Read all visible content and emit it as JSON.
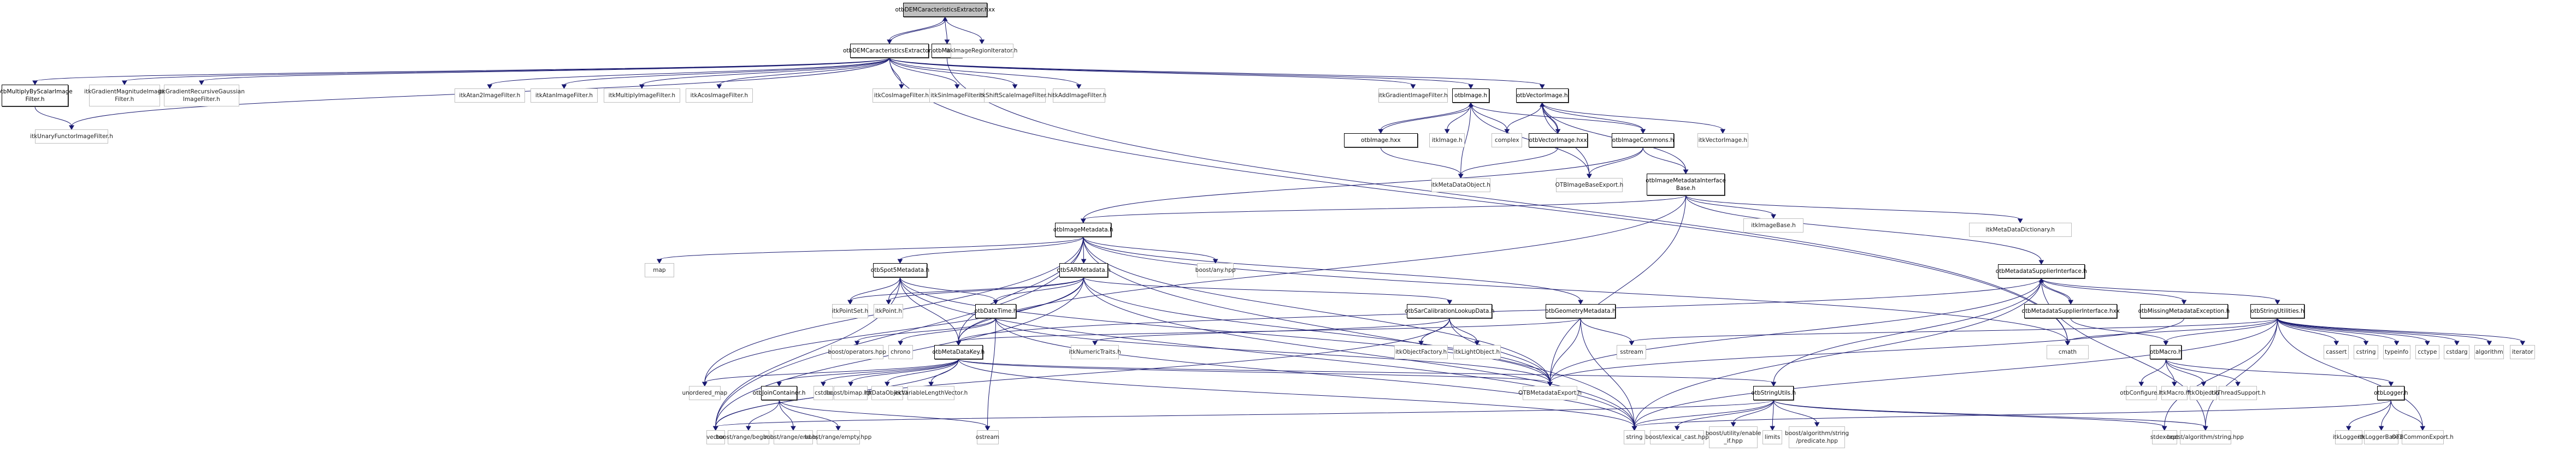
{
  "diagram": {
    "title": "otbDEMCaracteristicsExtractor.hxx include dependency graph",
    "colors": {
      "edge": "#191970",
      "root_fill": "#bfbfbf",
      "internal_border": "#000000",
      "external_border": "#bfbfbf"
    },
    "nodes": [
      {
        "id": "root",
        "label": "otbDEMCaracteristicsExtractor.hxx",
        "kind": "root"
      },
      {
        "id": "dem_h",
        "label": "otbDEMCaracteristicsExtractor.h",
        "kind": "internal"
      },
      {
        "id": "math",
        "label": "otbMath.h",
        "kind": "internal"
      },
      {
        "id": "regioniter",
        "label": "itkImageRegionIterator.h",
        "kind": "external"
      },
      {
        "id": "mulscalar",
        "label": "otbMultiplyByScalarImage\nFilter.h",
        "kind": "internal"
      },
      {
        "id": "gradmag",
        "label": "itkGradientMagnitudeImage\nFilter.h",
        "kind": "external"
      },
      {
        "id": "gradrec",
        "label": "itkGradientRecursiveGaussian\nImageFilter.h",
        "kind": "external"
      },
      {
        "id": "atan2",
        "label": "itkAtan2ImageFilter.h",
        "kind": "external"
      },
      {
        "id": "atan",
        "label": "itkAtanImageFilter.h",
        "kind": "external"
      },
      {
        "id": "multiply",
        "label": "itkMultiplyImageFilter.h",
        "kind": "external"
      },
      {
        "id": "acos",
        "label": "itkAcosImageFilter.h",
        "kind": "external"
      },
      {
        "id": "cos",
        "label": "itkCosImageFilter.h",
        "kind": "external"
      },
      {
        "id": "sin",
        "label": "itkSinImageFilter.h",
        "kind": "external"
      },
      {
        "id": "shiftscale",
        "label": "itkShiftScaleImageFilter.h",
        "kind": "external"
      },
      {
        "id": "add",
        "label": "itkAddImageFilter.h",
        "kind": "external"
      },
      {
        "id": "gradient",
        "label": "itkGradientImageFilter.h",
        "kind": "external"
      },
      {
        "id": "otbimage",
        "label": "otbImage.h",
        "kind": "internal"
      },
      {
        "id": "vecimage",
        "label": "otbVectorImage.h",
        "kind": "internal"
      },
      {
        "id": "unaryfunc",
        "label": "itkUnaryFunctorImageFilter.h",
        "kind": "external"
      },
      {
        "id": "otbimagehxx",
        "label": "otbImage.hxx",
        "kind": "internal"
      },
      {
        "id": "itkimage",
        "label": "itkImage.h",
        "kind": "external"
      },
      {
        "id": "complex",
        "label": "complex",
        "kind": "external"
      },
      {
        "id": "vecimagehxx",
        "label": "otbVectorImage.hxx",
        "kind": "internal"
      },
      {
        "id": "imgcommons",
        "label": "otbImageCommons.h",
        "kind": "internal"
      },
      {
        "id": "itkvecimage",
        "label": "itkVectorImage.h",
        "kind": "external"
      },
      {
        "id": "metadataobj",
        "label": "itkMetaDataObject.h",
        "kind": "external"
      },
      {
        "id": "imgbaseexport",
        "label": "OTBImageBaseExport.h",
        "kind": "external"
      },
      {
        "id": "imdib",
        "label": "otbImageMetadataInterface\nBase.h",
        "kind": "internal"
      },
      {
        "id": "imgmetadata",
        "label": "otbImageMetadata.h",
        "kind": "internal"
      },
      {
        "id": "itkimagebase",
        "label": "itkImageBase.h",
        "kind": "external"
      },
      {
        "id": "mddict",
        "label": "itkMetaDataDictionary.h",
        "kind": "external"
      },
      {
        "id": "map",
        "label": "map",
        "kind": "external"
      },
      {
        "id": "spot5",
        "label": "otbSpot5Metadata.h",
        "kind": "internal"
      },
      {
        "id": "sarmeta",
        "label": "otbSARMetadata.h",
        "kind": "internal"
      },
      {
        "id": "boostany",
        "label": "boost/any.hpp",
        "kind": "external"
      },
      {
        "id": "mdsupplier",
        "label": "otbMetadataSupplierInterface.h",
        "kind": "internal"
      },
      {
        "id": "pointset",
        "label": "itkPointSet.h",
        "kind": "external"
      },
      {
        "id": "point",
        "label": "itkPoint.h",
        "kind": "external"
      },
      {
        "id": "datetime",
        "label": "otbDateTime.h",
        "kind": "internal"
      },
      {
        "id": "sarcal",
        "label": "otbSarCalibrationLookupData.h",
        "kind": "internal"
      },
      {
        "id": "geommeta",
        "label": "otbGeometryMetadata.h",
        "kind": "internal"
      },
      {
        "id": "mdsupplierhxx",
        "label": "otbMetadataSupplierInterface.hxx",
        "kind": "internal"
      },
      {
        "id": "missingmd",
        "label": "otbMissingMetadataException.h",
        "kind": "internal"
      },
      {
        "id": "strutilities",
        "label": "otbStringUtilities.h",
        "kind": "internal"
      },
      {
        "id": "boostops",
        "label": "boost/operators.hpp",
        "kind": "external"
      },
      {
        "id": "chrono",
        "label": "chrono",
        "kind": "external"
      },
      {
        "id": "mdkey",
        "label": "otbMetaDataKey.h",
        "kind": "internal"
      },
      {
        "id": "numtraits",
        "label": "itkNumericTraits.h",
        "kind": "external"
      },
      {
        "id": "objfactory",
        "label": "itkObjectFactory.h",
        "kind": "external"
      },
      {
        "id": "lightobj",
        "label": "itkLightObject.h",
        "kind": "external"
      },
      {
        "id": "sstream",
        "label": "sstream",
        "kind": "external"
      },
      {
        "id": "cmath",
        "label": "cmath",
        "kind": "external"
      },
      {
        "id": "macro",
        "label": "otbMacro.h",
        "kind": "internal"
      },
      {
        "id": "cassert",
        "label": "cassert",
        "kind": "external"
      },
      {
        "id": "cstring",
        "label": "cstring",
        "kind": "external"
      },
      {
        "id": "typeinfo",
        "label": "typeinfo",
        "kind": "external"
      },
      {
        "id": "cctype",
        "label": "cctype",
        "kind": "external"
      },
      {
        "id": "cstdarg",
        "label": "cstdarg",
        "kind": "external"
      },
      {
        "id": "algorithm",
        "label": "algorithm",
        "kind": "external"
      },
      {
        "id": "iterator",
        "label": "iterator",
        "kind": "external"
      },
      {
        "id": "unorderedmap",
        "label": "unordered_map",
        "kind": "external"
      },
      {
        "id": "joincontainer",
        "label": "otbJoinContainer.h",
        "kind": "internal"
      },
      {
        "id": "cstdio",
        "label": "cstdio",
        "kind": "external"
      },
      {
        "id": "bimap",
        "label": "boost/bimap.hpp",
        "kind": "external"
      },
      {
        "id": "dataobj",
        "label": "itkDataObject.h",
        "kind": "external"
      },
      {
        "id": "varlenvec",
        "label": "itkVariableLengthVector.h",
        "kind": "external"
      },
      {
        "id": "mdexport",
        "label": "OTBMetadataExport.h",
        "kind": "external"
      },
      {
        "id": "strutils",
        "label": "otbStringUtils.h",
        "kind": "internal"
      },
      {
        "id": "configure",
        "label": "otbConfigure.h",
        "kind": "external"
      },
      {
        "id": "itkmacro",
        "label": "itkMacro.h",
        "kind": "external"
      },
      {
        "id": "itkobject",
        "label": "itkObject.h",
        "kind": "external"
      },
      {
        "id": "threadsupport",
        "label": "itkThreadSupport.h",
        "kind": "external"
      },
      {
        "id": "logger",
        "label": "otbLogger.h",
        "kind": "internal"
      },
      {
        "id": "vector",
        "label": "vector",
        "kind": "external"
      },
      {
        "id": "rangebegin",
        "label": "boost/range/begin.hpp",
        "kind": "external"
      },
      {
        "id": "rangeend",
        "label": "boost/range/end.hpp",
        "kind": "external"
      },
      {
        "id": "rangeempty",
        "label": "boost/range/empty.hpp",
        "kind": "external"
      },
      {
        "id": "ostream",
        "label": "ostream",
        "kind": "external"
      },
      {
        "id": "string",
        "label": "string",
        "kind": "external"
      },
      {
        "id": "lexcast",
        "label": "boost/lexical_cast.hpp",
        "kind": "external"
      },
      {
        "id": "enableif",
        "label": "boost/utility/enable\n_if.hpp",
        "kind": "external"
      },
      {
        "id": "limits",
        "label": "limits",
        "kind": "external"
      },
      {
        "id": "predicate",
        "label": "boost/algorithm/string\n/predicate.hpp",
        "kind": "external"
      },
      {
        "id": "stdexcept",
        "label": "stdexcept",
        "kind": "external"
      },
      {
        "id": "boostalgstr",
        "label": "boost/algorithm/string.hpp",
        "kind": "external"
      },
      {
        "id": "itklogger",
        "label": "itkLogger.h",
        "kind": "external"
      },
      {
        "id": "itkloggerbase",
        "label": "itkLoggerBase.h",
        "kind": "external"
      },
      {
        "id": "commonexport",
        "label": "OTBCommonExport.h",
        "kind": "external"
      }
    ],
    "edges": [
      [
        "root",
        "dem_h"
      ],
      [
        "dem_h",
        "root"
      ],
      [
        "root",
        "math"
      ],
      [
        "root",
        "regioniter"
      ],
      [
        "dem_h",
        "mulscalar"
      ],
      [
        "dem_h",
        "gradmag"
      ],
      [
        "dem_h",
        "gradrec"
      ],
      [
        "dem_h",
        "atan2"
      ],
      [
        "dem_h",
        "atan"
      ],
      [
        "dem_h",
        "multiply"
      ],
      [
        "dem_h",
        "acos"
      ],
      [
        "dem_h",
        "cos"
      ],
      [
        "dem_h",
        "sin"
      ],
      [
        "dem_h",
        "shiftscale"
      ],
      [
        "dem_h",
        "add"
      ],
      [
        "dem_h",
        "gradient"
      ],
      [
        "dem_h",
        "otbimage"
      ],
      [
        "dem_h",
        "vecimage"
      ],
      [
        "dem_h",
        "unaryfunc"
      ],
      [
        "dem_h",
        "cmath"
      ],
      [
        "mulscalar",
        "unaryfunc"
      ],
      [
        "math",
        "cmath"
      ],
      [
        "otbimage",
        "otbimagehxx"
      ],
      [
        "otbimagehxx",
        "otbimage"
      ],
      [
        "otbimage",
        "itkimage"
      ],
      [
        "otbimage",
        "complex"
      ],
      [
        "otbimage",
        "imgcommons"
      ],
      [
        "otbimage",
        "imgbaseexport"
      ],
      [
        "otbimage",
        "metadataobj"
      ],
      [
        "vecimage",
        "vecimagehxx"
      ],
      [
        "vecimagehxx",
        "vecimage"
      ],
      [
        "vecimage",
        "complex"
      ],
      [
        "vecimage",
        "imgcommons"
      ],
      [
        "vecimage",
        "itkvecimage"
      ],
      [
        "vecimage",
        "imgbaseexport"
      ],
      [
        "vecimage",
        "imdib"
      ],
      [
        "otbimagehxx",
        "metadataobj"
      ],
      [
        "vecimagehxx",
        "metadataobj"
      ],
      [
        "imgcommons",
        "imgbaseexport"
      ],
      [
        "imgcommons",
        "imdib"
      ],
      [
        "imgcommons",
        "imgmetadata"
      ],
      [
        "imdib",
        "imgmetadata"
      ],
      [
        "imdib",
        "itkimagebase"
      ],
      [
        "imdib",
        "mddict"
      ],
      [
        "imdib",
        "mdsupplier"
      ],
      [
        "imdib",
        "mdexport"
      ],
      [
        "imdib",
        "mdkey"
      ],
      [
        "imgmetadata",
        "map"
      ],
      [
        "imgmetadata",
        "spot5"
      ],
      [
        "imgmetadata",
        "sarmeta"
      ],
      [
        "imgmetadata",
        "boostany"
      ],
      [
        "imgmetadata",
        "geommeta"
      ],
      [
        "imgmetadata",
        "mdkey"
      ],
      [
        "imgmetadata",
        "mdexport"
      ],
      [
        "imgmetadata",
        "vector"
      ],
      [
        "imgmetadata",
        "unorderedmap"
      ],
      [
        "imgmetadata",
        "string"
      ],
      [
        "imgmetadata",
        "cmath"
      ],
      [
        "spot5",
        "pointset"
      ],
      [
        "spot5",
        "point"
      ],
      [
        "spot5",
        "datetime"
      ],
      [
        "spot5",
        "mdkey"
      ],
      [
        "spot5",
        "mdexport"
      ],
      [
        "spot5",
        "vector"
      ],
      [
        "spot5",
        "string"
      ],
      [
        "sarmeta",
        "pointset"
      ],
      [
        "sarmeta",
        "point"
      ],
      [
        "sarmeta",
        "datetime"
      ],
      [
        "sarmeta",
        "sarcal"
      ],
      [
        "sarmeta",
        "mdkey"
      ],
      [
        "sarmeta",
        "mdexport"
      ],
      [
        "sarmeta",
        "vector"
      ],
      [
        "sarmeta",
        "string"
      ],
      [
        "sarmeta",
        "unorderedmap"
      ],
      [
        "datetime",
        "boostops"
      ],
      [
        "datetime",
        "chrono"
      ],
      [
        "datetime",
        "mdexport"
      ],
      [
        "datetime",
        "string"
      ],
      [
        "datetime",
        "ostream"
      ],
      [
        "sarcal",
        "numtraits"
      ],
      [
        "sarcal",
        "objfactory"
      ],
      [
        "sarcal",
        "lightobj"
      ],
      [
        "sarcal",
        "mdexport"
      ],
      [
        "sarcal",
        "vector"
      ],
      [
        "geommeta",
        "mdkey"
      ],
      [
        "geommeta",
        "sstream"
      ],
      [
        "geommeta",
        "mdexport"
      ],
      [
        "geommeta",
        "string"
      ],
      [
        "mdsupplier",
        "mdsupplierhxx"
      ],
      [
        "mdsupplierhxx",
        "mdsupplier"
      ],
      [
        "mdsupplier",
        "missingmd"
      ],
      [
        "mdsupplier",
        "strutilities"
      ],
      [
        "mdsupplier",
        "mdkey"
      ],
      [
        "mdsupplier",
        "mdexport"
      ],
      [
        "mdsupplier",
        "strutils"
      ],
      [
        "mdsupplier",
        "string"
      ],
      [
        "mdsupplier",
        "boostalgstr"
      ],
      [
        "mdsupplierhxx",
        "macro"
      ],
      [
        "missingmd",
        "mdexport"
      ],
      [
        "strutilities",
        "cassert"
      ],
      [
        "strutilities",
        "cstring"
      ],
      [
        "strutilities",
        "typeinfo"
      ],
      [
        "strutilities",
        "cctype"
      ],
      [
        "strutilities",
        "cstdarg"
      ],
      [
        "strutilities",
        "algorithm"
      ],
      [
        "strutilities",
        "iterator"
      ],
      [
        "strutilities",
        "cmath"
      ],
      [
        "strutilities",
        "macro"
      ],
      [
        "strutilities",
        "string"
      ],
      [
        "strutilities",
        "sstream"
      ],
      [
        "strutilities",
        "stdexcept"
      ],
      [
        "strutilities",
        "commonexport"
      ],
      [
        "strutilities",
        "boostalgstr"
      ],
      [
        "mdkey",
        "unorderedmap"
      ],
      [
        "mdkey",
        "joincontainer"
      ],
      [
        "mdkey",
        "cstdio"
      ],
      [
        "mdkey",
        "bimap"
      ],
      [
        "mdkey",
        "dataobj"
      ],
      [
        "mdkey",
        "varlenvec"
      ],
      [
        "mdkey",
        "mdexport"
      ],
      [
        "mdkey",
        "string"
      ],
      [
        "mdkey",
        "vector"
      ],
      [
        "mdkey",
        "strutils"
      ],
      [
        "joincontainer",
        "rangebegin"
      ],
      [
        "joincontainer",
        "rangeend"
      ],
      [
        "joincontainer",
        "rangeempty"
      ],
      [
        "joincontainer",
        "ostream"
      ],
      [
        "macro",
        "configure"
      ],
      [
        "macro",
        "itkmacro"
      ],
      [
        "macro",
        "itkobject"
      ],
      [
        "macro",
        "threadsupport"
      ],
      [
        "macro",
        "logger"
      ],
      [
        "strutils",
        "string"
      ],
      [
        "strutils",
        "lexcast"
      ],
      [
        "strutils",
        "enableif"
      ],
      [
        "strutils",
        "limits"
      ],
      [
        "strutils",
        "predicate"
      ],
      [
        "strutils",
        "stdexcept"
      ],
      [
        "strutils",
        "vector"
      ],
      [
        "strutils",
        "boostalgstr"
      ],
      [
        "logger",
        "itklogger"
      ],
      [
        "logger",
        "itkloggerbase"
      ],
      [
        "logger",
        "commonexport"
      ],
      [
        "logger",
        "string"
      ]
    ]
  }
}
